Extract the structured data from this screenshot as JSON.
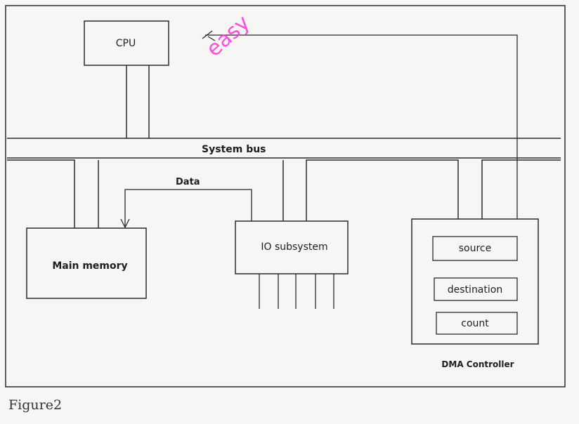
{
  "diagram": {
    "cpu_label": "CPU",
    "system_bus_label": "System bus",
    "data_label": "Data",
    "main_memory_label": "Main memory",
    "io_subsystem_label": "IO subsystem",
    "dma_registers": {
      "source": "source",
      "destination": "destination",
      "count": "count"
    },
    "dma_controller_label": "DMA Controller",
    "watermark_text": "easy"
  },
  "caption": "Figure2",
  "colors": {
    "line": "#2a2a2a",
    "watermark": "#ff33dd",
    "background": "#f6f6f4"
  }
}
